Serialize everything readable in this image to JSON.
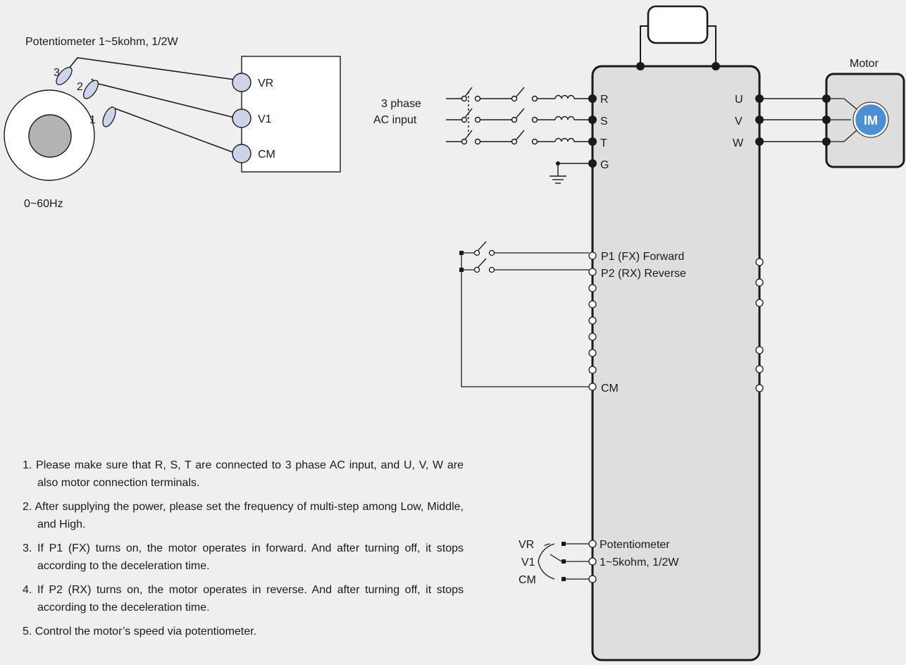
{
  "potentiometer": {
    "title": "Potentiometer 1~5kohm, 1/2W",
    "range": "0~60Hz",
    "pins": [
      "3",
      "2",
      "1"
    ],
    "terminals": [
      "VR",
      "V1",
      "CM"
    ]
  },
  "power_input": {
    "label_line1": "3 phase",
    "label_line2": "AC input"
  },
  "inverter": {
    "power_terminals": [
      "R",
      "S",
      "T",
      "G"
    ],
    "output_terminals": [
      "U",
      "V",
      "W"
    ],
    "p1_label": "P1 (FX) Forward",
    "p2_label": "P2 (RX) Reverse",
    "cm_label": "CM",
    "pot_terminals": [
      "VR",
      "V1",
      "CM"
    ],
    "pot_label_line1": "Potentiometer",
    "pot_label_line2": "1~5kohm, 1/2W"
  },
  "motor": {
    "label": "Motor",
    "im_label": "IM"
  },
  "colors": {
    "background": "#efefef",
    "inverter_fill": "#dedede",
    "pot_tab_fill": "#cdd4ea",
    "motor_im_fill": "#4b8fd4"
  },
  "notes": [
    "1. Please make sure that R, S, T are connected to 3 phase AC input, and U, V, W are also motor connection terminals.",
    "2. After supplying the power, please set the frequency of multi-step among Low, Middle, and High.",
    "3. If P1 (FX) turns on, the motor operates in forward. And after turning off, it stops according to the deceleration time.",
    "4. If P2 (RX) turns on, the motor operates in reverse. And after turning off, it stops according to the deceleration time.",
    "5. Control the motor’s speed via potentiometer."
  ]
}
